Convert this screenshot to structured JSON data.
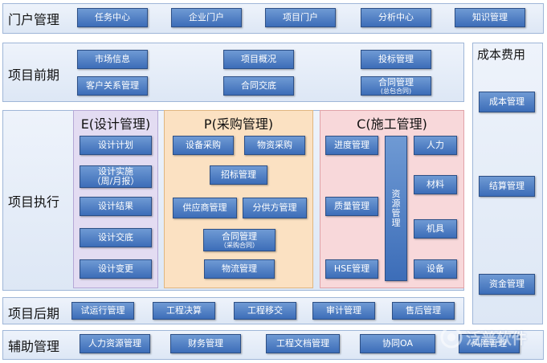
{
  "rows": {
    "portal": {
      "title": "门户管理",
      "items": [
        "任务中心",
        "企业门户",
        "项目门户",
        "分析中心",
        "知识管理"
      ]
    },
    "pre": {
      "title": "项目前期",
      "items": [
        "市场信息",
        "客户关系管理",
        "项目概况",
        "合同交底",
        "投标管理"
      ],
      "contract": {
        "main": "合同管理",
        "sub": "(总包合同)"
      }
    },
    "exec": {
      "title": "项目执行"
    },
    "post": {
      "title": "项目后期",
      "items": [
        "试运行管理",
        "工程决算",
        "工程移交",
        "审计管理",
        "售后管理"
      ]
    },
    "aux": {
      "title": "辅助管理",
      "items": [
        "人力资源管理",
        "财务管理",
        "工程文档管理",
        "协同OA",
        "风险管理"
      ]
    }
  },
  "panels": {
    "e": {
      "title": "E(设计管理)",
      "items": [
        "设计计划",
        "设计结果",
        "设计交底",
        "设计变更"
      ],
      "impl": {
        "main": "设计实施",
        "sub": "（周/月报）"
      }
    },
    "p": {
      "title": "P(采购管理)",
      "items": [
        "设备采购",
        "物资采购",
        "招标管理",
        "供应商管理",
        "分供方管理",
        "物流管理"
      ],
      "contract": {
        "main": "合同管理",
        "sub": "（采购合同）"
      }
    },
    "c": {
      "title": "C(施工管理)",
      "items": [
        "进度管理",
        "质量管理",
        "HSE管理",
        "人力",
        "材料",
        "机具",
        "设备"
      ],
      "resource": [
        "资",
        "源",
        "管",
        "理"
      ]
    }
  },
  "cost": {
    "title": "成本费用",
    "items": [
      "成本管理",
      "结算管理",
      "资金管理"
    ]
  },
  "watermark": "泛普软件",
  "colors": {
    "button": "#4a78c0",
    "design_panel": "#e3dcf2",
    "purchase_panel": "#fbe1c2",
    "construction_panel": "#f8d8da"
  }
}
